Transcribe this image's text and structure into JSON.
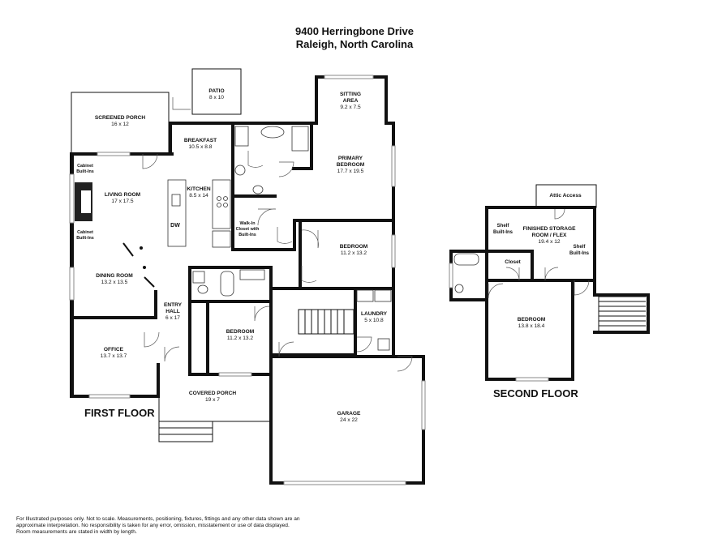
{
  "header": {
    "address_line1": "9400 Herringbone Drive",
    "address_line2": "Raleigh, North Carolina"
  },
  "floors": {
    "first": "FIRST FLOOR",
    "second": "SECOND FLOOR"
  },
  "rooms": {
    "patio": {
      "name": "PATIO",
      "dim": "8 x 10"
    },
    "screened_porch": {
      "name": "SCREENED PORCH",
      "dim": "16 x 12"
    },
    "breakfast": {
      "name": "BREAKFAST",
      "dim": "10.5 x 8.8"
    },
    "sitting_area": {
      "name": "SITTING",
      "name2": "AREA",
      "dim": "9.2 x 7.5"
    },
    "primary_bedroom": {
      "name": "PRIMARY",
      "name2": "BEDROOM",
      "dim": "17.7 x 19.5"
    },
    "kitchen": {
      "name": "KITCHEN",
      "dim": "8.5 x 14"
    },
    "living_room": {
      "name": "LIVING ROOM",
      "dim": "17 x 17.5"
    },
    "cabinet_top": {
      "name": "Cabinet",
      "name2": "Built-Ins"
    },
    "cabinet_bottom": {
      "name": "Cabinet",
      "name2": "Built-Ins"
    },
    "dw": {
      "name": "DW"
    },
    "walk_in_closet": {
      "l1": "Walk-In",
      "l2": "Closet with",
      "l3": "Built-Ins"
    },
    "bedroom_right": {
      "name": "BEDROOM",
      "dim": "11.2 x 13.2"
    },
    "dining_room": {
      "name": "DINING ROOM",
      "dim": "13.2 x 13.5"
    },
    "entry_hall": {
      "name": "ENTRY",
      "name2": "HALL",
      "dim": "6 x 17"
    },
    "laundry": {
      "name": "LAUNDRY",
      "dim": "5 x 10.8"
    },
    "bedroom_center": {
      "name": "BEDROOM",
      "dim": "11.2 x 13.2"
    },
    "office": {
      "name": "OFFICE",
      "dim": "13.7 x 13.7"
    },
    "covered_porch": {
      "name": "COVERED PORCH",
      "dim": "19 x 7"
    },
    "garage": {
      "name": "GARAGE",
      "dim": "24 x 22"
    },
    "attic_access": {
      "name": "Attic Access"
    },
    "finished_storage": {
      "name": "FINISHED STORAGE",
      "name2": "ROOM / FLEX",
      "dim": "19.4 x 12"
    },
    "shelf_left": {
      "name": "Shelf",
      "name2": "Built-Ins"
    },
    "shelf_right": {
      "name": "Shelf",
      "name2": "Built-Ins"
    },
    "closet": {
      "name": "Closet"
    },
    "bedroom_upstairs": {
      "name": "BEDROOM",
      "dim": "13.8 x 18.4"
    }
  },
  "disclaimer": {
    "line1": "For Illustrated purposes only. Not to scale. Measurements, positioning, fixtures, fittings and any other data shown are an",
    "line2": "approximate interpretation. No responsibility is taken for any error, omission, misstatement or use of data displayed.",
    "line3": "Room measurements are stated in width by length."
  }
}
